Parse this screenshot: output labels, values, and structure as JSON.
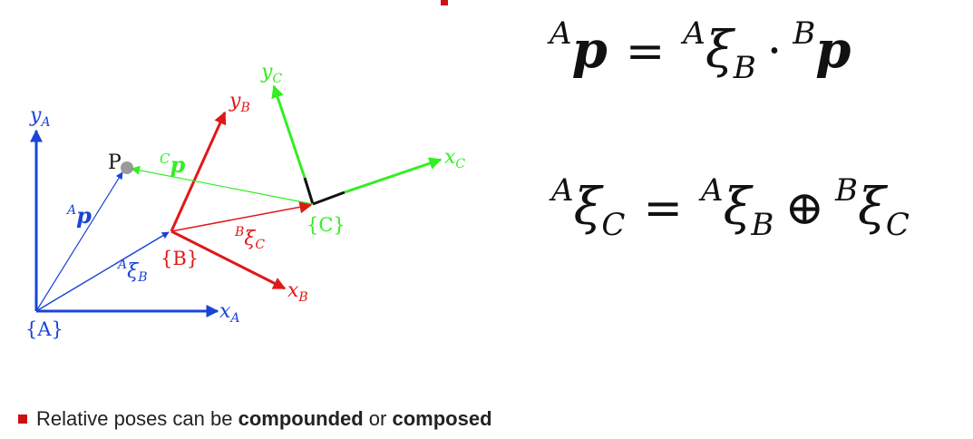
{
  "diagram": {
    "frames": {
      "A": {
        "origin_label": "{A}",
        "x_axis": "x",
        "x_sub": "A",
        "y_axis": "y",
        "y_sub": "A"
      },
      "B": {
        "origin_label": "{B}",
        "x_axis": "x",
        "x_sub": "B",
        "y_axis": "y",
        "y_sub": "B"
      },
      "C": {
        "origin_label": "{C}",
        "x_axis": "x",
        "x_sub": "C",
        "y_axis": "y",
        "y_sub": "C"
      }
    },
    "point_label": "P",
    "vectors": {
      "A_p": {
        "sup": "A",
        "body": "p"
      },
      "A_xi_B": {
        "sup": "A",
        "body": "ξ",
        "sub": "B"
      },
      "B_xi_C": {
        "sup": "B",
        "body": "ξ",
        "sub": "C"
      },
      "C_p": {
        "sup": "C",
        "body": "p"
      }
    },
    "colors": {
      "frame_A": "#1a44d6",
      "frame_B": "#e01818",
      "frame_C": "#33ee22",
      "point": "#888888"
    }
  },
  "equations": {
    "eq1": {
      "lhs_sup": "A",
      "lhs_var": "p",
      "equals": "=",
      "t1_sup": "A",
      "t1_var": "ξ",
      "t1_sub": "B",
      "dot": "·",
      "t2_sup": "B",
      "t2_var": "p"
    },
    "eq2": {
      "lhs_sup": "A",
      "lhs_var": "ξ",
      "lhs_sub": "C",
      "equals": "=",
      "t1_sup": "A",
      "t1_var": "ξ",
      "t1_sub": "B",
      "oplus": "⊕",
      "t2_sup": "B",
      "t2_var": "ξ",
      "t2_sub": "C"
    }
  },
  "bullet": {
    "prefix": "Relative poses can be ",
    "bold1": "compounded",
    "middle": " or ",
    "bold2": "composed"
  },
  "accent_color": "#cc1111"
}
